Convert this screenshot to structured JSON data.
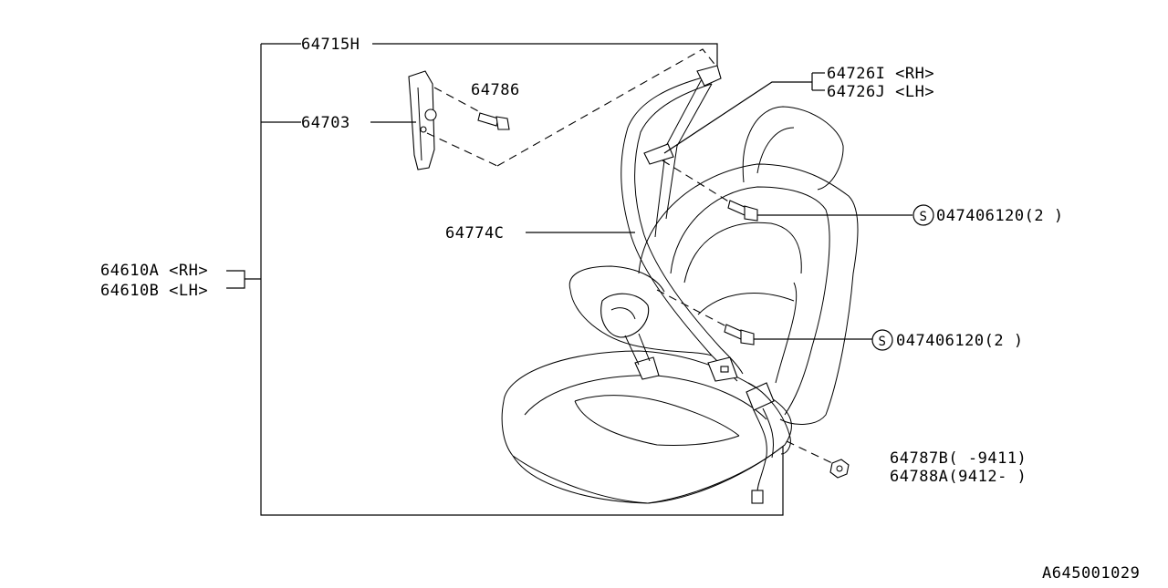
{
  "diagram": {
    "labels": {
      "l_64715H": "64715H",
      "l_64703": "64703",
      "l_64786": "64786",
      "l_64726I": "64726I <RH>",
      "l_64726J": "64726J <LH>",
      "l_64610A": "64610A <RH>",
      "l_64610B": "64610B <LH>",
      "l_64774C": "64774C",
      "l_bolt1": "047406120(2 )",
      "l_bolt2": "047406120(2 )",
      "l_64787B": "64787B(     -9411)",
      "l_64788A": "64788A(9412-     )",
      "s_mark": "S",
      "diagram_id": "A645001029"
    }
  }
}
